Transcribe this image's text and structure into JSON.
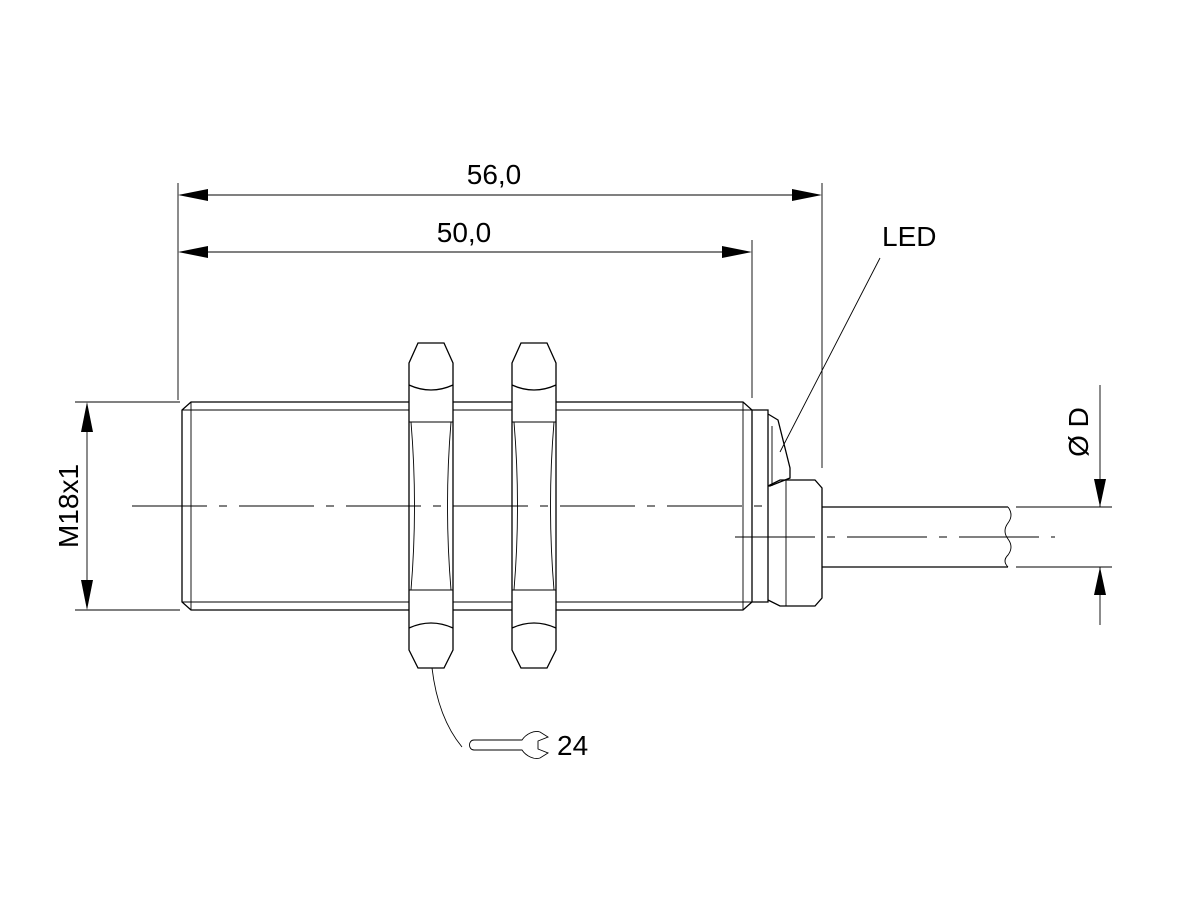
{
  "dimensions": {
    "overall_length": "56,0",
    "body_length": "50,0",
    "thread": "M18x1",
    "cable_diameter": "Ø D",
    "wrench_size": "24"
  },
  "annotations": {
    "led": "LED"
  },
  "icons": {
    "wrench": "open-end-wrench-icon"
  }
}
